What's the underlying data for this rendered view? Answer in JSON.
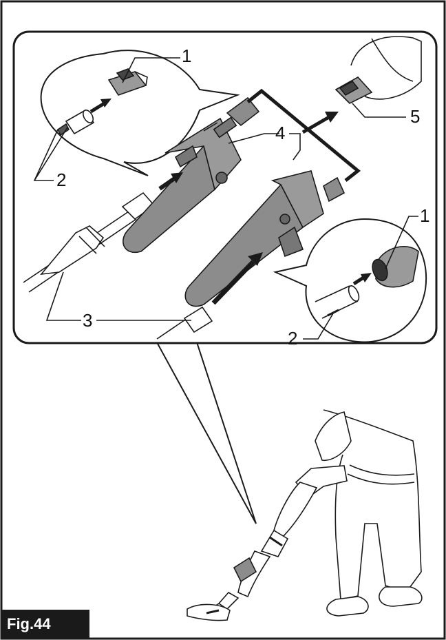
{
  "figure_label": "Fig.44",
  "callouts": {
    "c1_top": "1",
    "c2_left": "2",
    "c3": "3",
    "c4": "4",
    "c5": "5",
    "c1_right": "1",
    "c2_right": "2"
  },
  "colors": {
    "line": "#1a1a1a",
    "cyclone_fill": "#8c8c8c",
    "label_bg": "#1a1a1a",
    "label_text": "#ffffff"
  }
}
